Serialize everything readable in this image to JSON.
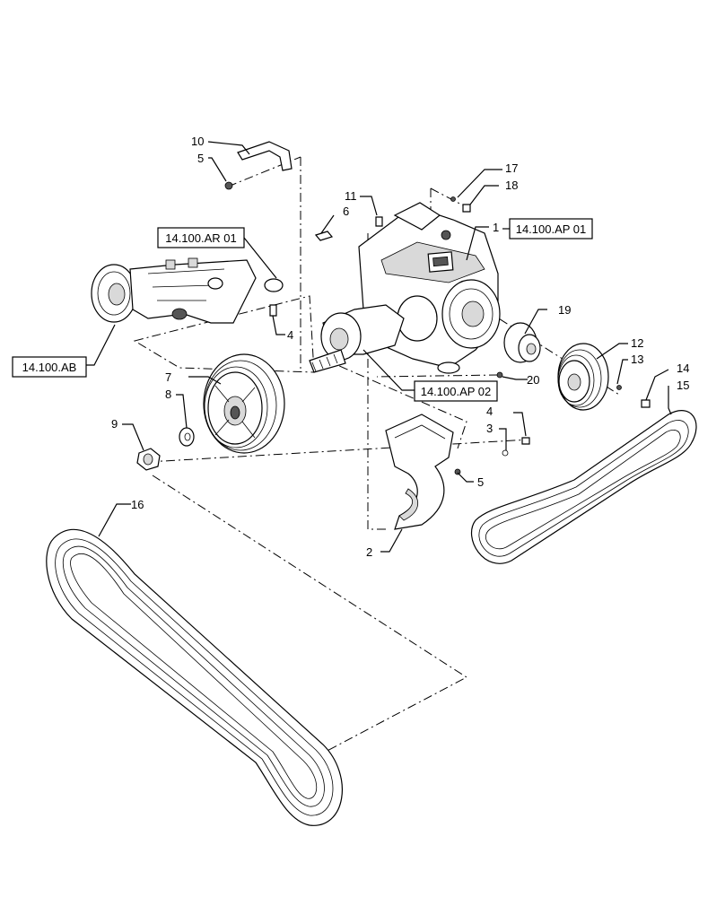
{
  "callouts": {
    "c1": "1",
    "c2": "2",
    "c3": "3",
    "c4a": "4",
    "c4b": "4",
    "c5a": "5",
    "c5b": "5",
    "c6": "6",
    "c7": "7",
    "c8": "8",
    "c9": "9",
    "c10": "10",
    "c11": "11",
    "c12": "12",
    "c13": "13",
    "c14": "14",
    "c15": "15",
    "c16": "16",
    "c17": "17",
    "c18": "18",
    "c19": "19",
    "c20": "20"
  },
  "references": {
    "ap01": "14.100.AP 01",
    "ap02": "14.100.AP 02",
    "ar01": "14.100.AR 01",
    "ab": "14.100.AB"
  }
}
